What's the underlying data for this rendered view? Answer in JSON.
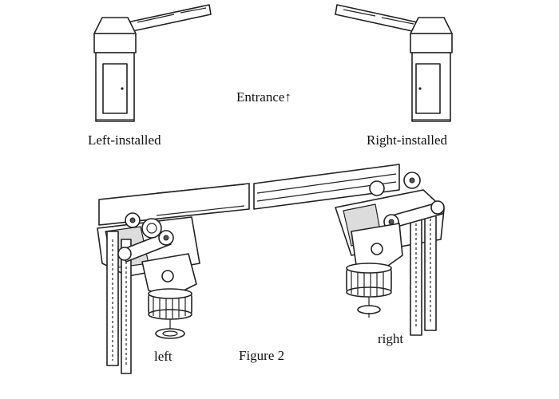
{
  "top": {
    "left_caption": "Left-installed",
    "right_caption": "Right-installed",
    "entrance_label": "Entrance↑"
  },
  "bottom": {
    "left_label": "left",
    "right_label": "right",
    "figure_label": "Figure 2"
  }
}
